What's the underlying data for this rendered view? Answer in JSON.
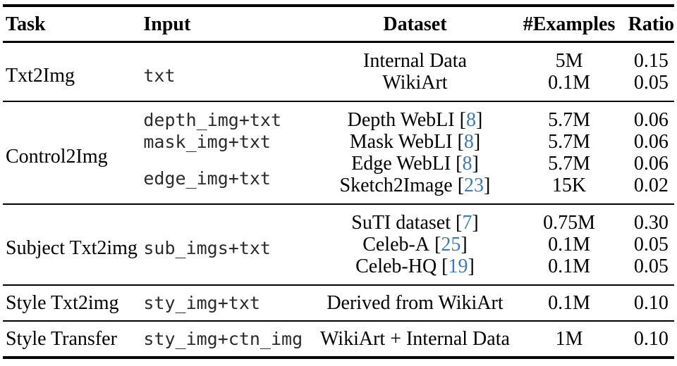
{
  "colors": {
    "text": "#000000",
    "citation": "#3e7ab8",
    "rule": "#000000",
    "background": "#ffffff"
  },
  "refs": {
    "open": "[",
    "close": "]"
  },
  "header": {
    "task": "Task",
    "input": "Input",
    "dataset": "Dataset",
    "examples": "#Examples",
    "ratio": "Ratio"
  },
  "sections": [
    {
      "task": "Txt2Img",
      "input": "txt",
      "rows": [
        {
          "dataset": "Internal Data",
          "examples": "5M",
          "ratio": "0.15"
        },
        {
          "dataset": "WikiArt",
          "examples": "0.1M",
          "ratio": "0.05"
        }
      ]
    },
    {
      "task": "Control2Img",
      "rows": [
        {
          "input": "depth_img+txt",
          "dataset": "Depth WebLI",
          "cite": "8",
          "examples": "5.7M",
          "ratio": "0.06"
        },
        {
          "input": "mask_img+txt",
          "dataset": "Mask WebLI",
          "cite": "8",
          "examples": "5.7M",
          "ratio": "0.06"
        },
        {
          "input": "edge_img+txt",
          "dataset": "Edge WebLI",
          "cite": "8",
          "examples": "5.7M",
          "ratio": "0.06"
        },
        {
          "dataset": "Sketch2Image",
          "cite": "23",
          "examples": "15K",
          "ratio": "0.02"
        }
      ]
    },
    {
      "task": "Subject Txt2img",
      "input": "sub_imgs+txt",
      "rows": [
        {
          "dataset": "SuTI dataset",
          "cite": "7",
          "examples": "0.75M",
          "ratio": "0.30"
        },
        {
          "dataset": "Celeb-A",
          "cite": "25",
          "examples": "0.1M",
          "ratio": "0.05"
        },
        {
          "dataset": "Celeb-HQ",
          "cite": "19",
          "examples": "0.1M",
          "ratio": "0.05"
        }
      ]
    },
    {
      "task": "Style Txt2img",
      "input": "sty_img+txt",
      "rows": [
        {
          "dataset": "Derived from WikiArt",
          "examples": "0.1M",
          "ratio": "0.10"
        }
      ]
    },
    {
      "task": "Style Transfer",
      "input": "sty_img+ctn_img",
      "rows": [
        {
          "dataset": "WikiArt + Internal Data",
          "examples": "1M",
          "ratio": "0.10"
        }
      ]
    }
  ]
}
